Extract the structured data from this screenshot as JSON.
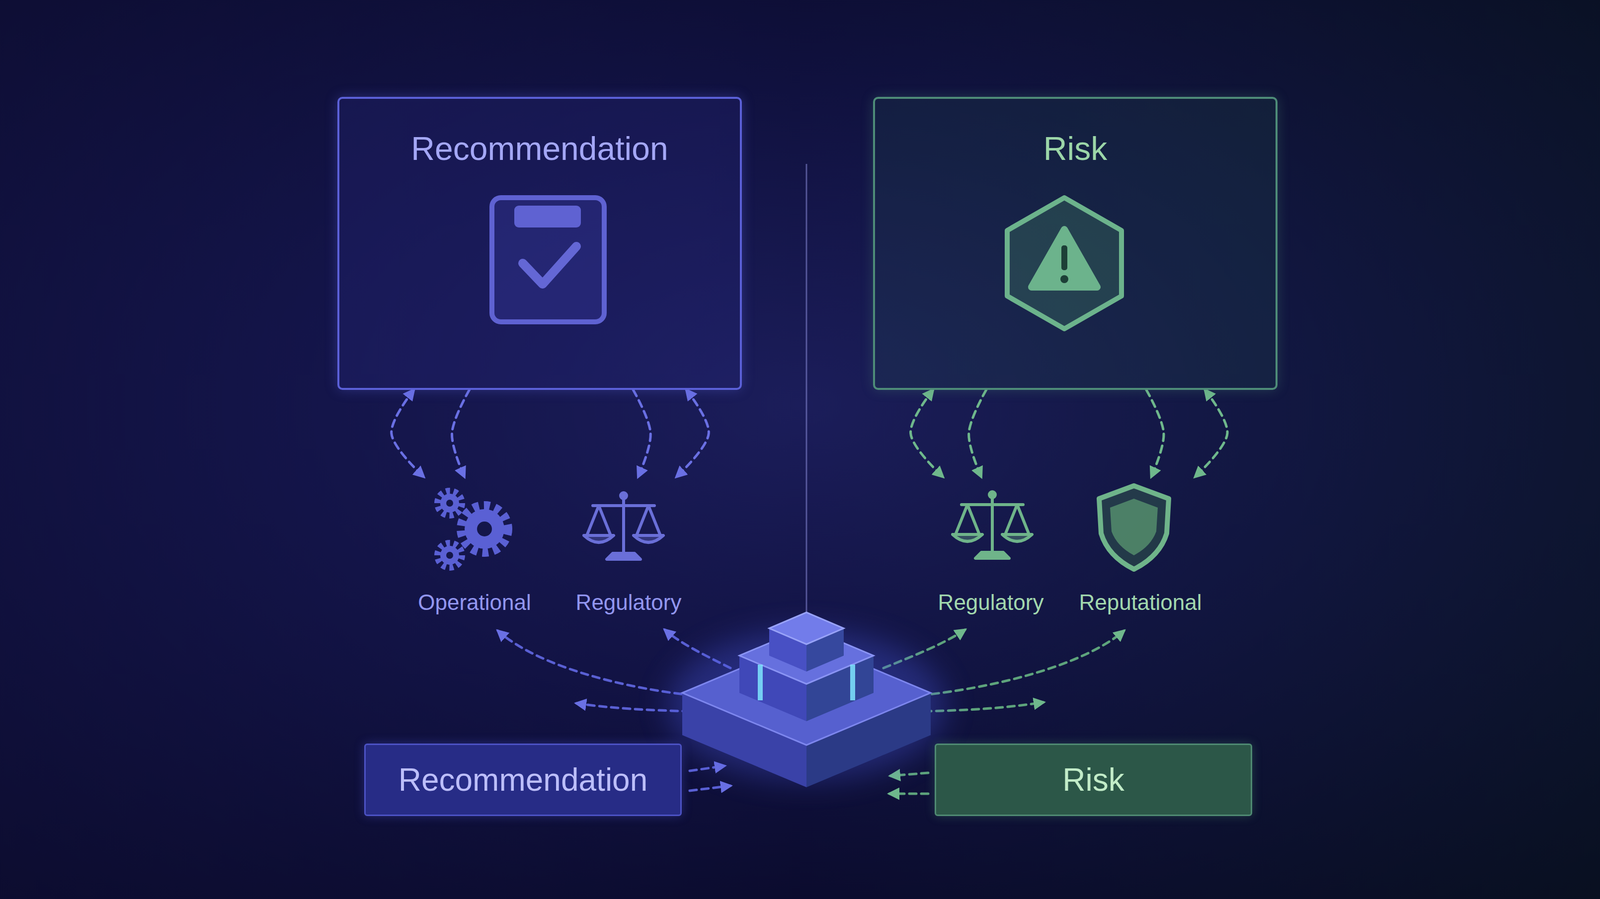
{
  "diagram": {
    "nodes": [
      {
        "text": [
          "Recommendation"
        ]
      },
      {
        "text": [
          "Risk"
        ]
      },
      {
        "text": [
          "Operational"
        ]
      },
      {
        "text": [
          "Regulatory"
        ]
      },
      {
        "text": [
          "Regulatory"
        ]
      },
      {
        "text": [
          "Reputational"
        ]
      },
      {
        "text": [
          "Recommendation"
        ]
      },
      {
        "text": [
          "Risk"
        ]
      }
    ],
    "edges": [
      {
        "from": 0,
        "to": 2,
        "arrow": "both"
      },
      {
        "from": 0,
        "to": 3,
        "arrow": "both"
      },
      {
        "from": 1,
        "to": 4,
        "arrow": "both"
      },
      {
        "from": 1,
        "to": 5,
        "arrow": "both"
      }
    ]
  }
}
